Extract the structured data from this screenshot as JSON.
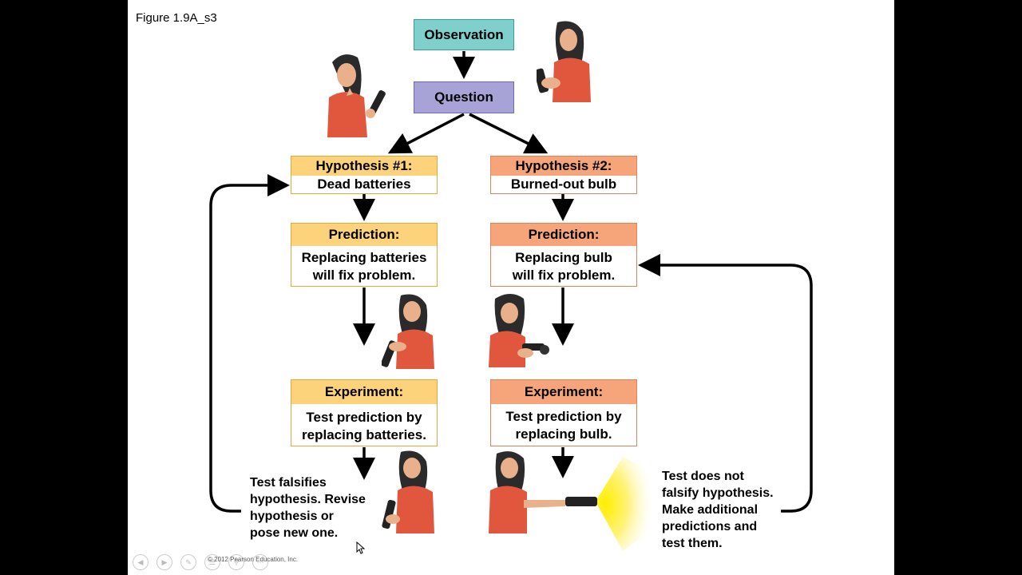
{
  "figure_label": "Figure 1.9A_s3",
  "observation": "Observation",
  "question": "Question",
  "hypothesis1": {
    "title": "Hypothesis #1:",
    "text": "Dead batteries"
  },
  "hypothesis2": {
    "title": "Hypothesis #2:",
    "text": "Burned-out bulb"
  },
  "prediction1": {
    "title": "Prediction:",
    "line1": "Replacing batteries",
    "line2": "will fix problem."
  },
  "prediction2": {
    "title": "Prediction:",
    "line1": "Replacing bulb",
    "line2": "will fix problem."
  },
  "experiment1": {
    "title": "Experiment:",
    "line1": "Test prediction by",
    "line2": "replacing batteries."
  },
  "experiment2": {
    "title": "Experiment:",
    "line1": "Test prediction by",
    "line2": "replacing bulb."
  },
  "note_left": [
    "Test falsifies",
    "hypothesis. Revise",
    "hypothesis or",
    "pose new one."
  ],
  "note_right": [
    "Test does not",
    "falsify hypothesis.",
    "Make additional",
    "predictions and",
    "test them."
  ],
  "copyright": "© 2012 Pearson Education, Inc.",
  "colors": {
    "observation": "#7fcfcc",
    "question": "#a7a3d6",
    "hyp_yellow": "#fcd27a",
    "hyp_orange": "#f6a57a",
    "shirt": "#e0573e",
    "skin": "#e9b08c"
  },
  "icons": [
    "prev-icon",
    "next-icon",
    "pen-icon",
    "menu-icon",
    "zoom-icon",
    "more-icon"
  ]
}
